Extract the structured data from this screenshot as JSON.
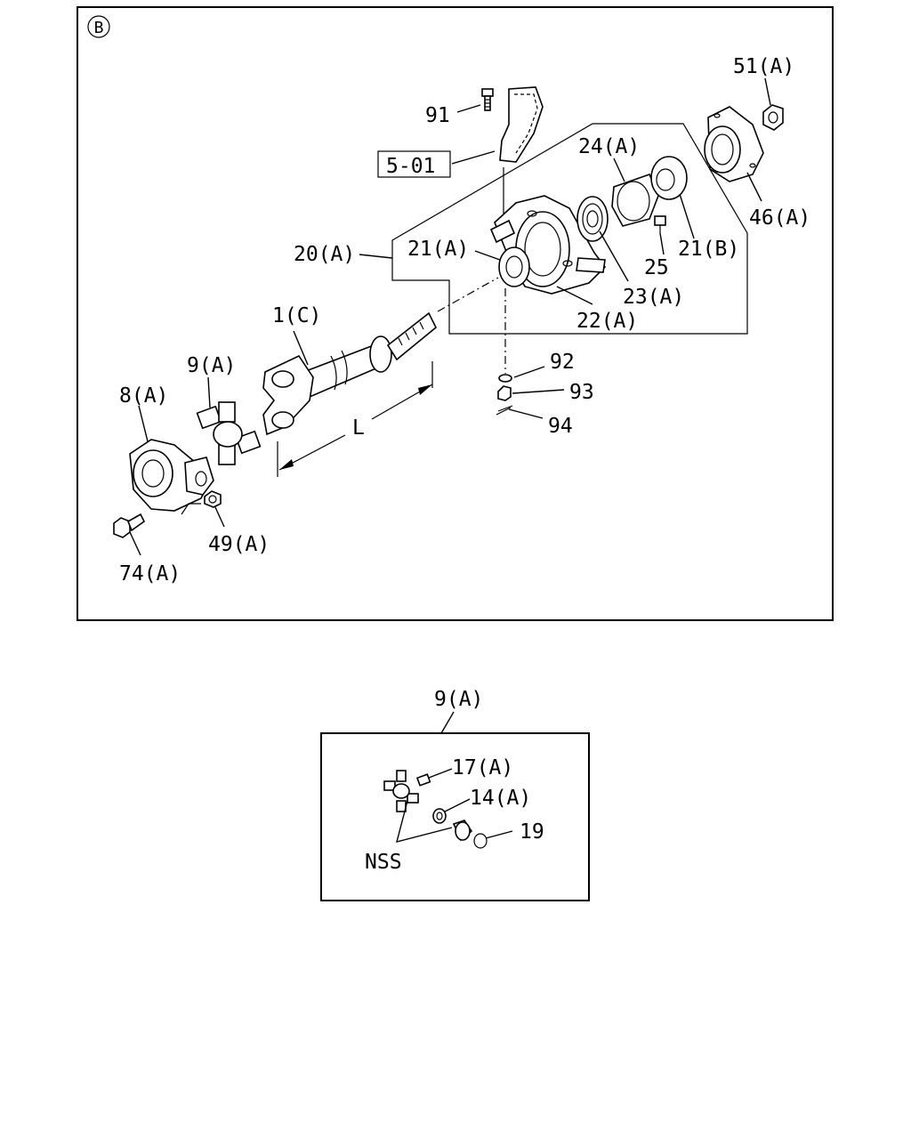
{
  "section_marker": "B",
  "main_view": {
    "ref_box": "5-01",
    "dimension_label": "L",
    "callouts": {
      "p91": "91",
      "p51a": "51(A)",
      "p24a": "24(A)",
      "p20a": "20(A)",
      "p21a": "21(A)",
      "p21b": "21(B)",
      "p25": "25",
      "p23a": "23(A)",
      "p22a": "22(A)",
      "p46a": "46(A)",
      "p1c": "1(C)",
      "p9a": "9(A)",
      "p8a": "8(A)",
      "p92": "92",
      "p93": "93",
      "p94": "94",
      "p49a": "49(A)",
      "p74a": "74(A)"
    }
  },
  "detail_view": {
    "title": "9(A)",
    "callouts": {
      "p17a": "17(A)",
      "p14a": "14(A)",
      "p19": "19",
      "nss": "NSS"
    }
  }
}
